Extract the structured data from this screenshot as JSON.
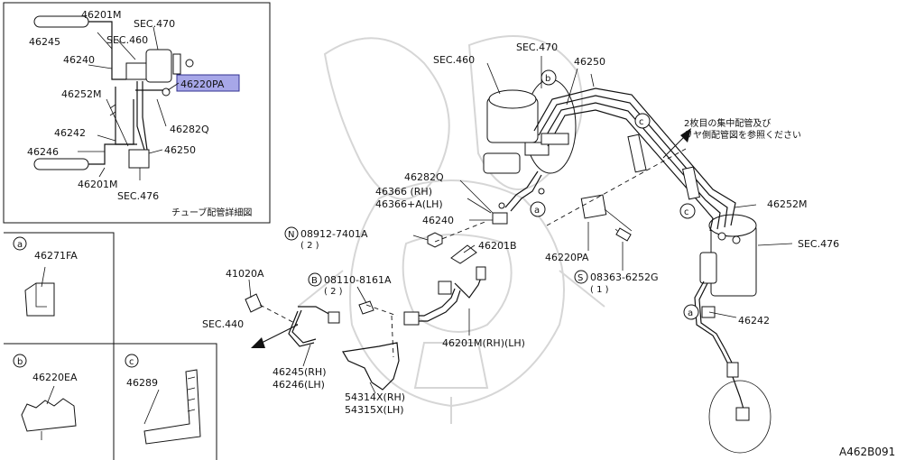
{
  "diagram_id": "A462B091",
  "inset": {
    "caption": "チューブ配管詳細図",
    "labels": {
      "sec470": "SEC.470",
      "sec460": "SEC.460",
      "sec476": "SEC.476",
      "p46201M_top": "46201M",
      "p46245": "46245",
      "p46240": "46240",
      "p46252M": "46252M",
      "p46242": "46242",
      "p46246": "46246",
      "p46201M_bottom": "46201M",
      "p46282Q": "46282Q",
      "p46250": "46250",
      "p46220PA_highlight": "46220PA"
    }
  },
  "detail_boxes": {
    "a": {
      "circle": "a",
      "part": "46271FA"
    },
    "b": {
      "circle": "b",
      "part": "46220EA"
    },
    "c": {
      "circle": "c",
      "part": "46289"
    }
  },
  "main": {
    "sec460": "SEC.460",
    "sec470": "SEC.470",
    "sec476": "SEC.476",
    "sec440": "SEC.440",
    "p46250": "46250",
    "p46252M": "46252M",
    "p46242": "46242",
    "note_line1": "2枚目の集中配管及び",
    "note_line2": "リヤ側配管図を参照ください",
    "p46282Q": "46282Q",
    "p46366": "46366 (RH)",
    "p46366A": "46366+A(LH)",
    "p46240": "46240",
    "n_ref": "N",
    "p08912": "08912-7401A",
    "q2": "( 2 )",
    "p46201B": "46201B",
    "p46220PA": "46220PA",
    "s_ref": "S",
    "p08363": "08363-6252G",
    "q1": "( 1 )",
    "p41020A": "41020A",
    "b_ref": "B",
    "p08110": "08110-8161A",
    "q2b": "( 2 )",
    "p46201M": "46201M(RH)(LH)",
    "p46245": "46245(RH)",
    "p46246": "46246(LH)",
    "p54314X": "54314X(RH)",
    "p54315X": "54315X(LH)",
    "circ_a": "a",
    "circ_b": "b",
    "circ_c": "c"
  }
}
